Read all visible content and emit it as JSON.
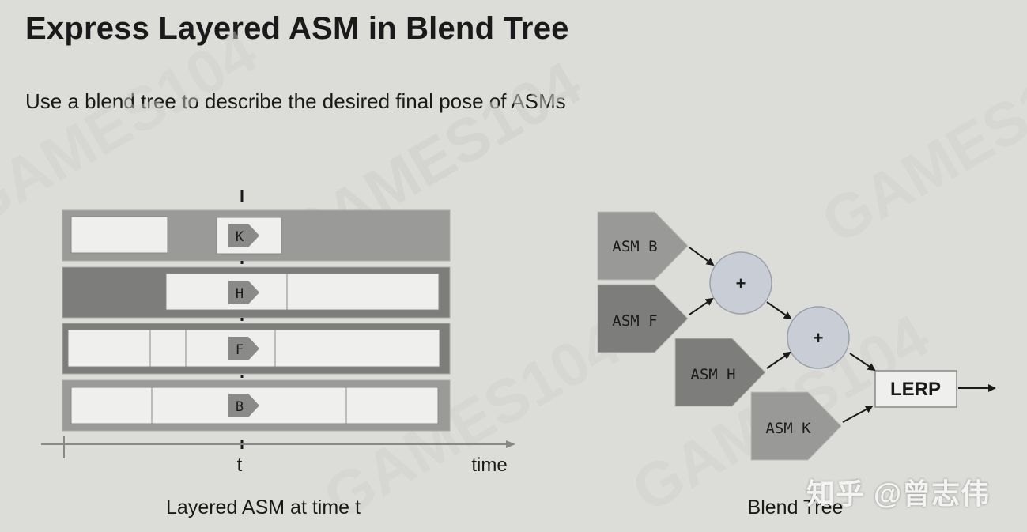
{
  "slide": {
    "title": "Express Layered ASM in Blend Tree",
    "subtitle": "Use a blend tree to describe the desired final pose of ASMs"
  },
  "layered_asm": {
    "caption": "Layered ASM at time t",
    "layers": [
      {
        "marker": "K"
      },
      {
        "marker": "H"
      },
      {
        "marker": "F"
      },
      {
        "marker": "B"
      }
    ],
    "time_marker": "t",
    "axis_label": "time"
  },
  "blend_tree": {
    "caption": "Blend Tree",
    "inputs": [
      "ASM B",
      "ASM F",
      "ASM H",
      "ASM K"
    ],
    "operators": [
      "+",
      "+"
    ],
    "output_node": "LERP"
  },
  "watermark": {
    "text": "GAMES104",
    "brand": "知乎 @曾志伟"
  },
  "colors": {
    "background": "#dcdcd8",
    "track_dark": "#7d7d7b",
    "track_mid": "#9c9c9a",
    "clip_fill": "#eeeeec",
    "node_fill": "#c9ced6"
  }
}
